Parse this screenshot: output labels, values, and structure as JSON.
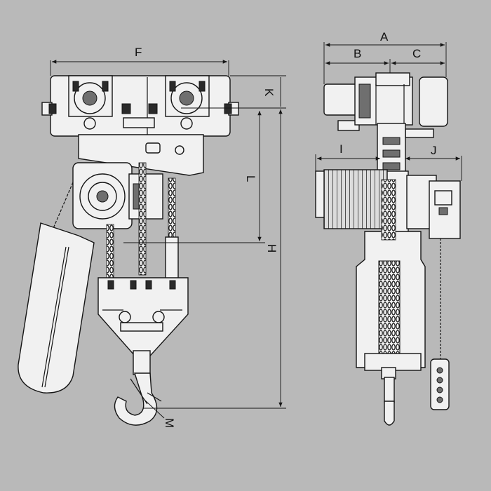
{
  "dimension_labels": {
    "A": "A",
    "B": "B",
    "C": "C",
    "F": "F",
    "K": "K",
    "L": "L",
    "H": "H",
    "I": "I",
    "J": "J",
    "M": "M"
  },
  "colors": {
    "background": "#b9b9b9",
    "line": "#151515",
    "body": "#f1f1f1"
  }
}
